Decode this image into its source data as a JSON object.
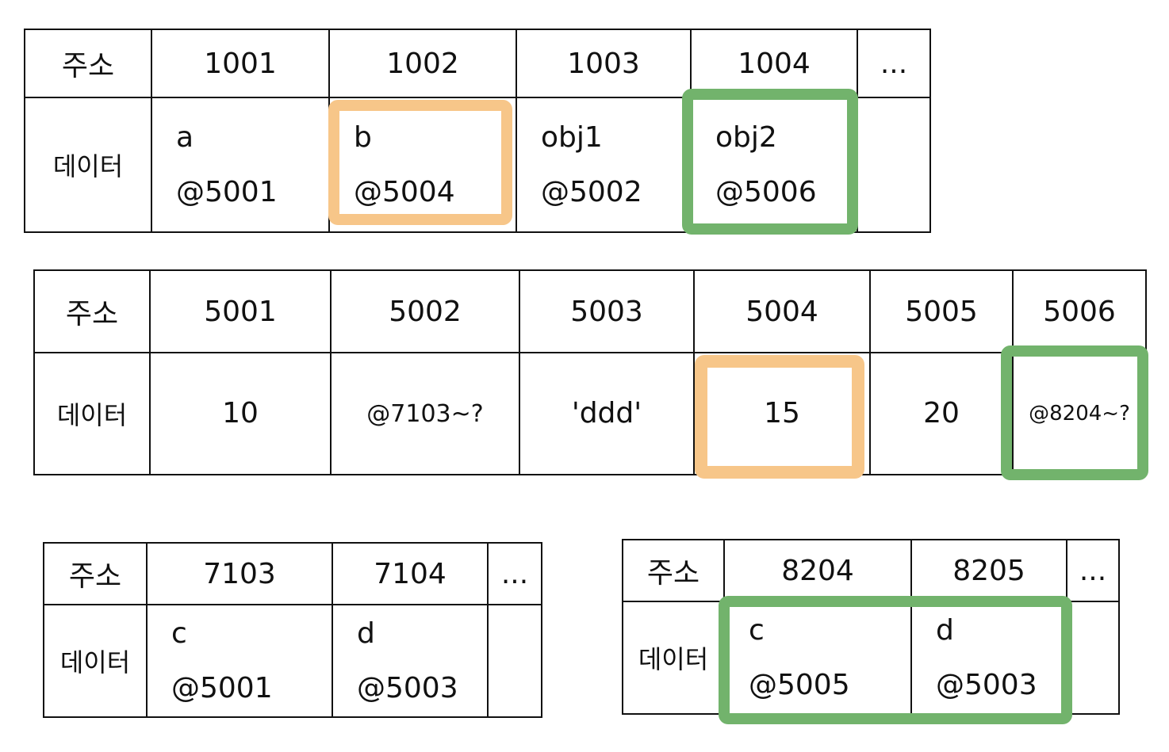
{
  "labels": {
    "address": "주소",
    "data": "데이터"
  },
  "table1": {
    "addresses": [
      "1001",
      "1002",
      "1003",
      "1004",
      "..."
    ],
    "cells": [
      {
        "name": "a",
        "ref": "@5001"
      },
      {
        "name": "b",
        "ref": "@5004"
      },
      {
        "name": "obj1",
        "ref": "@5002"
      },
      {
        "name": "obj2",
        "ref": "@5006"
      },
      {
        "name": "",
        "ref": ""
      }
    ]
  },
  "table2": {
    "addresses": [
      "5001",
      "5002",
      "5003",
      "5004",
      "5005",
      "5006"
    ],
    "values": [
      "10",
      "@7103~?",
      "'ddd'",
      "15",
      "20",
      "@8204~?"
    ]
  },
  "table3": {
    "addresses": [
      "7103",
      "7104",
      "..."
    ],
    "cells": [
      {
        "name": "c",
        "ref": "@5001"
      },
      {
        "name": "d",
        "ref": "@5003"
      },
      {
        "name": "",
        "ref": ""
      }
    ]
  },
  "table4": {
    "addresses": [
      "8204",
      "8205",
      "..."
    ],
    "cells": [
      {
        "name": "c",
        "ref": "@5005"
      },
      {
        "name": "d",
        "ref": "@5003"
      },
      {
        "name": "",
        "ref": ""
      }
    ]
  },
  "colors": {
    "orange": "#f7c689",
    "green": "#72b36c"
  }
}
